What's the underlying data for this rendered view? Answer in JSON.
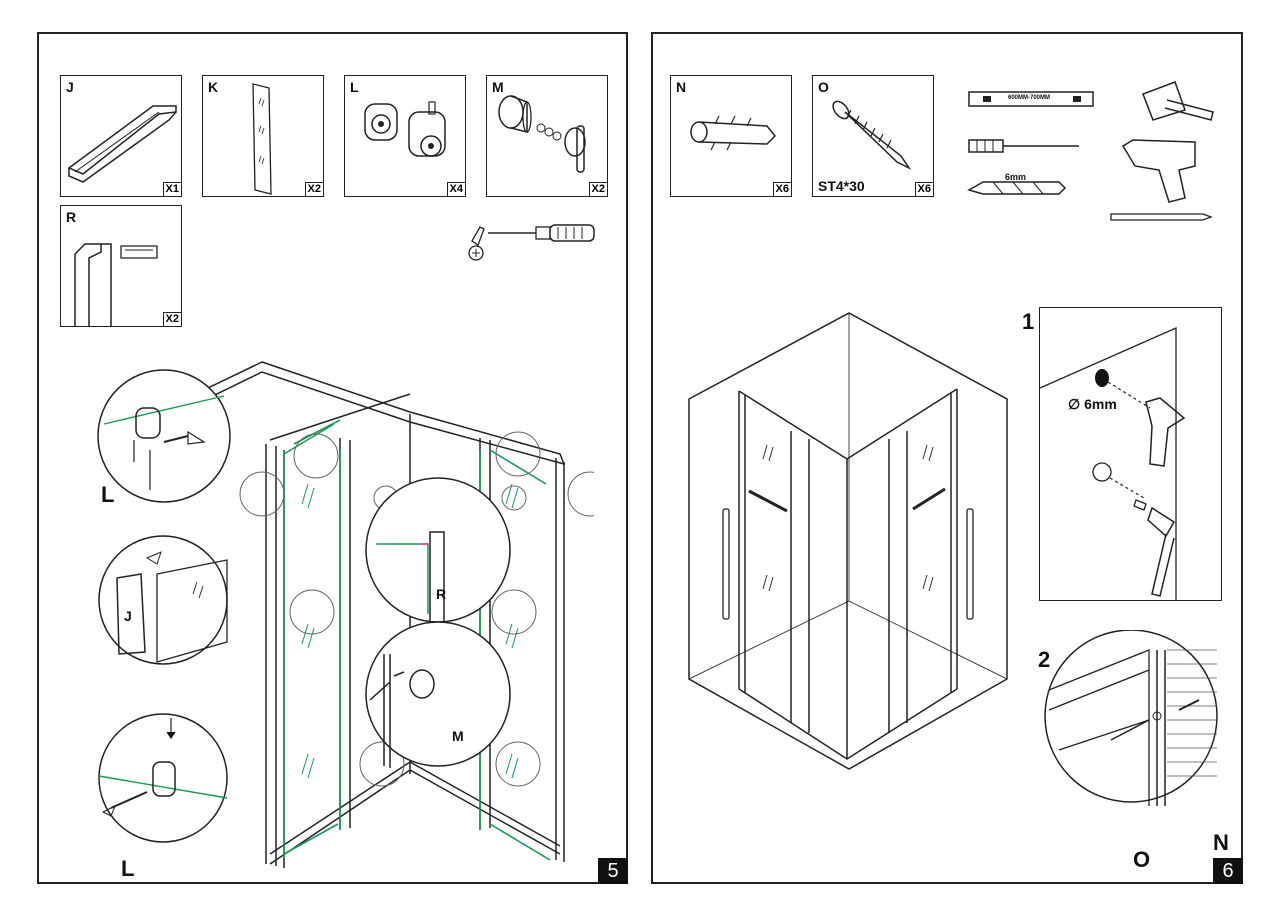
{
  "page5": {
    "number": "5",
    "parts": [
      {
        "label": "J",
        "qty": "X1"
      },
      {
        "label": "K",
        "qty": "X2"
      },
      {
        "label": "L",
        "qty": "X4"
      },
      {
        "label": "M",
        "qty": "X2"
      },
      {
        "label": "R",
        "qty": "X2"
      }
    ],
    "callouts": {
      "l_top": "L",
      "j": "J",
      "l_bottom": "L",
      "r": "R",
      "m": "M"
    }
  },
  "page6": {
    "number": "6",
    "parts": [
      {
        "label": "N",
        "qty": "X6",
        "text": ""
      },
      {
        "label": "O",
        "qty": "X6",
        "text": "ST4*30"
      }
    ],
    "tools": {
      "level_text": "600MM-700MM",
      "bit_text": "6mm"
    },
    "step1": {
      "number": "1",
      "hole": "∅ 6mm"
    },
    "step2": {
      "number": "2",
      "label_o": "O",
      "label_n": "N"
    }
  },
  "colors": {
    "frame": "#222222",
    "accent_green": "#1a9a55",
    "highlight": "#e040a0"
  }
}
